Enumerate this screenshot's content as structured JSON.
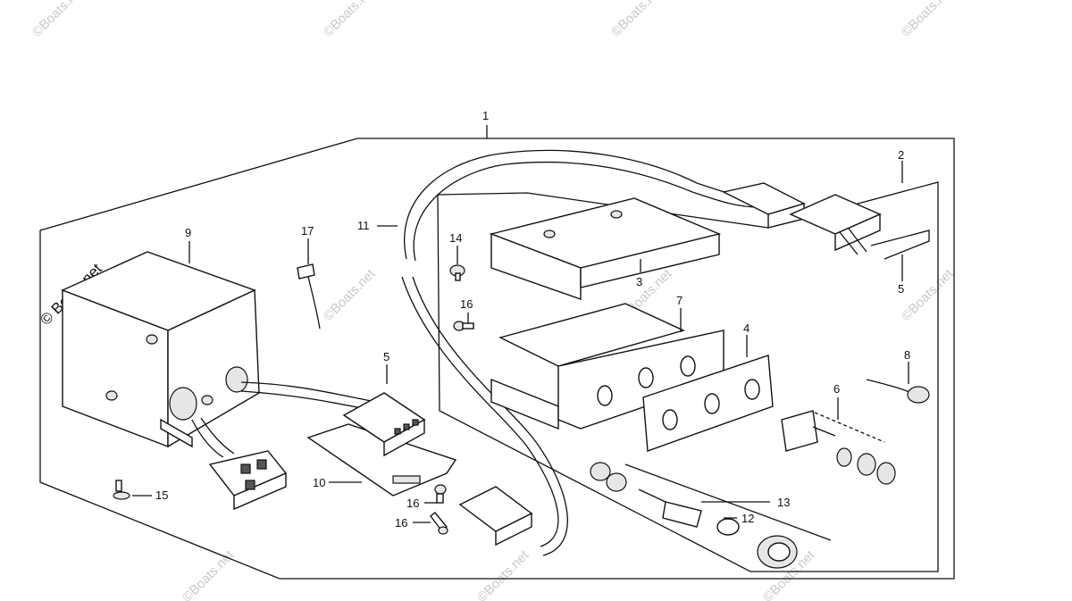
{
  "watermark": {
    "text": "©Boats.net",
    "edge_text": "© Boats.net"
  },
  "callouts": [
    {
      "id": "c1",
      "text": "1"
    },
    {
      "id": "c2",
      "text": "2"
    },
    {
      "id": "c3",
      "text": "3"
    },
    {
      "id": "c4",
      "text": "4"
    },
    {
      "id": "c5a",
      "text": "5"
    },
    {
      "id": "c5b",
      "text": "5"
    },
    {
      "id": "c6",
      "text": "6"
    },
    {
      "id": "c7",
      "text": "7"
    },
    {
      "id": "c8",
      "text": "8"
    },
    {
      "id": "c9",
      "text": "9"
    },
    {
      "id": "c10",
      "text": "10"
    },
    {
      "id": "c11",
      "text": "11"
    },
    {
      "id": "c12",
      "text": "12"
    },
    {
      "id": "c13",
      "text": "13"
    },
    {
      "id": "c14",
      "text": "14"
    },
    {
      "id": "c15",
      "text": "15"
    },
    {
      "id": "c16a",
      "text": "16"
    },
    {
      "id": "c16b",
      "text": "16"
    },
    {
      "id": "c16c",
      "text": "16"
    },
    {
      "id": "c17",
      "text": "17"
    }
  ]
}
